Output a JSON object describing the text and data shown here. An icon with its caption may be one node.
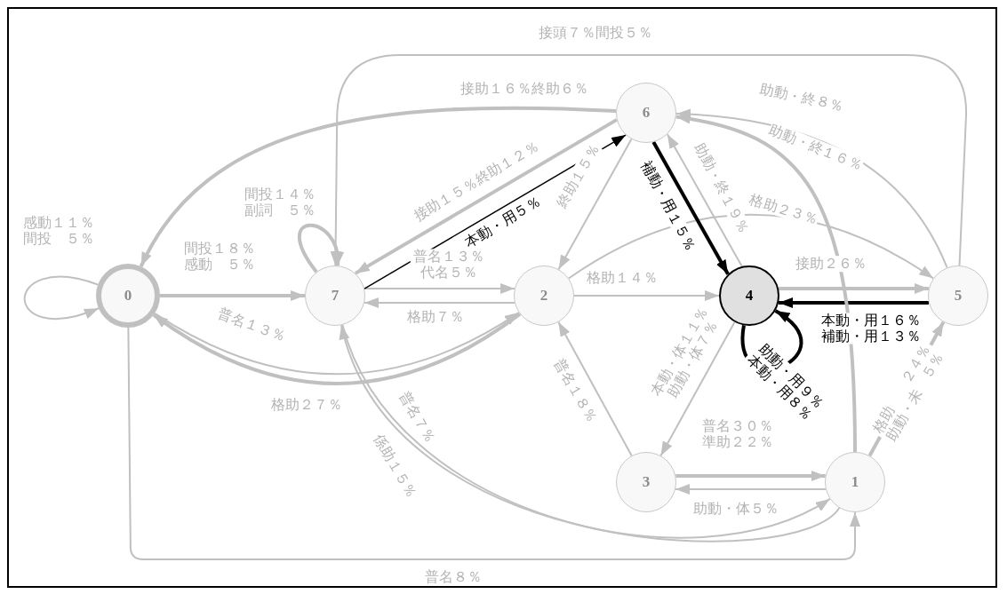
{
  "diagram": {
    "nodes": [
      {
        "text": [
          "0"
        ]
      },
      {
        "text": [
          "1"
        ]
      },
      {
        "text": [
          "2"
        ]
      },
      {
        "text": [
          "3"
        ]
      },
      {
        "text": [
          "4"
        ]
      },
      {
        "text": [
          "5"
        ]
      },
      {
        "text": [
          "6"
        ]
      },
      {
        "text": [
          "7"
        ]
      }
    ],
    "edges": [
      {
        "from": 0,
        "to": 0,
        "arrow": "to",
        "label": "感動１１％間投　５％"
      },
      {
        "from": 7,
        "to": 7,
        "arrow": "to",
        "label": "間投１４％副詞　５％",
        "style": "thick"
      },
      {
        "from": 0,
        "to": 7,
        "arrow": "to",
        "label": "間投１８％感動　５％",
        "style": "thick"
      },
      {
        "from": 7,
        "to": 2,
        "arrow": "to",
        "label": "普名１３％代名５％"
      },
      {
        "from": 2,
        "to": 7,
        "arrow": "to",
        "label": "格助７％"
      },
      {
        "from": 2,
        "to": 4,
        "arrow": "to",
        "label": "格助１４％"
      },
      {
        "from": 2,
        "to": 5,
        "arrow": "to",
        "label": "格助２３％"
      },
      {
        "from": 4,
        "to": 5,
        "arrow": "to",
        "label": "接助２６％",
        "style": "thick"
      },
      {
        "from": 5,
        "to": 4,
        "arrow": "to",
        "label": "本動・用１６％補動・用１３％",
        "style": "thick",
        "color": "#000000"
      },
      {
        "from": 4,
        "to": 4,
        "arrow": "to",
        "label": "助動・用９％本動・用８％",
        "style": "thick",
        "color": "#000000"
      },
      {
        "from": 6,
        "to": 4,
        "arrow": "to",
        "label": "補動・用１５％",
        "style": "thick",
        "color": "#000000"
      },
      {
        "from": 4,
        "to": 6,
        "arrow": "to",
        "label": "助動・終１９％"
      },
      {
        "from": 7,
        "to": 6,
        "arrow": "to",
        "label": "本動・用５％",
        "color": "#000000"
      },
      {
        "from": 6,
        "to": 7,
        "arrow": "to",
        "label": "接助１５％終助１２％",
        "style": "thick"
      },
      {
        "from": 6,
        "to": 0,
        "arrow": "to",
        "label": "接助１６％終助６％",
        "style": "thick"
      },
      {
        "from": 5,
        "to": 7,
        "arrow": "to",
        "label": "接頭７％間投５％"
      },
      {
        "from": 5,
        "to": 6,
        "arrow": "to",
        "label": "助動・終８％"
      },
      {
        "from": 1,
        "to": 6,
        "arrow": "to",
        "label": "助動・終１６％",
        "style": "thick"
      },
      {
        "from": 6,
        "to": 2,
        "arrow": "to",
        "label": "終助１５％"
      },
      {
        "from": 2,
        "to": 0,
        "arrow": "to",
        "label": "格助２７％",
        "style": "thick"
      },
      {
        "from": 0,
        "to": 2,
        "arrow": "to",
        "label": "普名１３％"
      },
      {
        "from": 4,
        "to": 3,
        "arrow": "to",
        "label": "本動・体１１％助動・体７％"
      },
      {
        "from": 3,
        "to": 2,
        "arrow": "to",
        "label": "普名１８％"
      },
      {
        "from": 3,
        "to": 1,
        "arrow": "to",
        "label": "普名３０％準助２２％",
        "style": "thick"
      },
      {
        "from": 1,
        "to": 3,
        "arrow": "to",
        "label": "助動・体５％"
      },
      {
        "from": 1,
        "to": 5,
        "arrow": "to",
        "label": "格助　　２４％助動・未　５％",
        "style": "thick"
      },
      {
        "from": 7,
        "to": 1,
        "arrow": "to",
        "label": "普名７％"
      },
      {
        "from": 1,
        "to": 7,
        "arrow": "to",
        "label": "係助１５％"
      },
      {
        "from": 0,
        "to": 1,
        "arrow": "to",
        "label": "普名８％"
      }
    ]
  }
}
